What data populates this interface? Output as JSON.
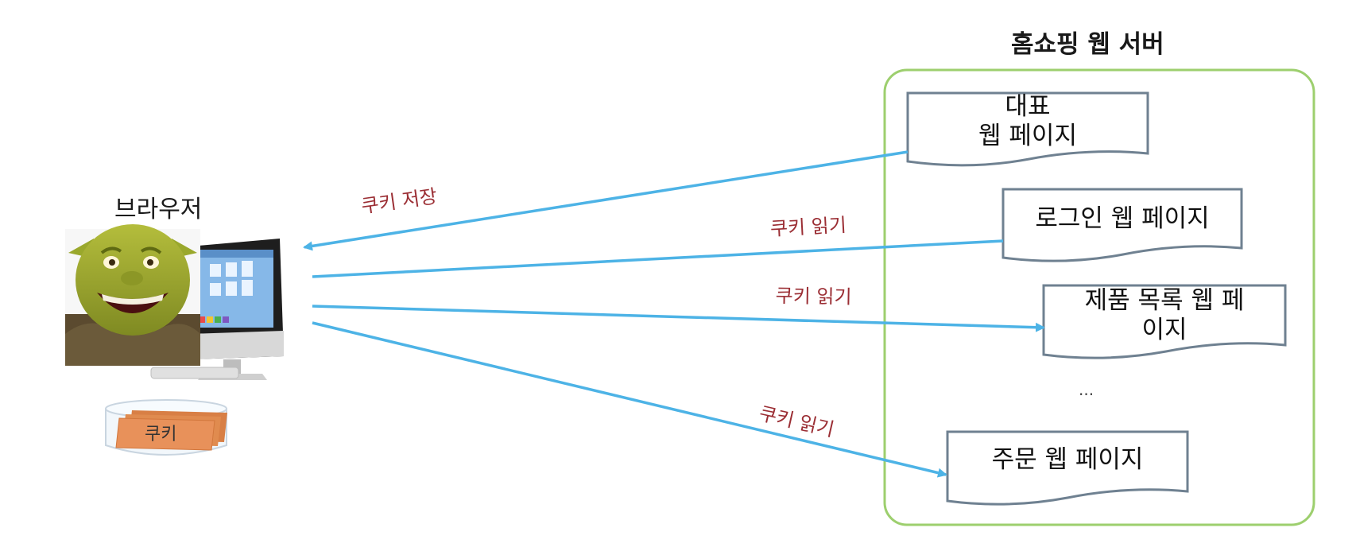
{
  "server": {
    "title": "홈쇼핑 웹 서버"
  },
  "browser": {
    "title": "브라우저"
  },
  "jar": {
    "label": "쿠키"
  },
  "pages": {
    "main": [
      "대표",
      "웹 페이지"
    ],
    "login": "로그인 웹 페이지",
    "products": [
      "제품 목록 웹 페",
      "이지"
    ],
    "ellipsis": "...",
    "order": "주문 웹 페이지"
  },
  "arrows": {
    "store": "쿠키 저장",
    "read_1": "쿠키 읽기",
    "read_2": "쿠키 읽기",
    "read_3": "쿠키 읽기"
  },
  "colors": {
    "arrow": "#4db3e6",
    "server_border": "#9dcf6e",
    "doc_border": "#6f8191",
    "cookie_text": "#9b2e34",
    "jar_cookie": "#e8915a"
  }
}
